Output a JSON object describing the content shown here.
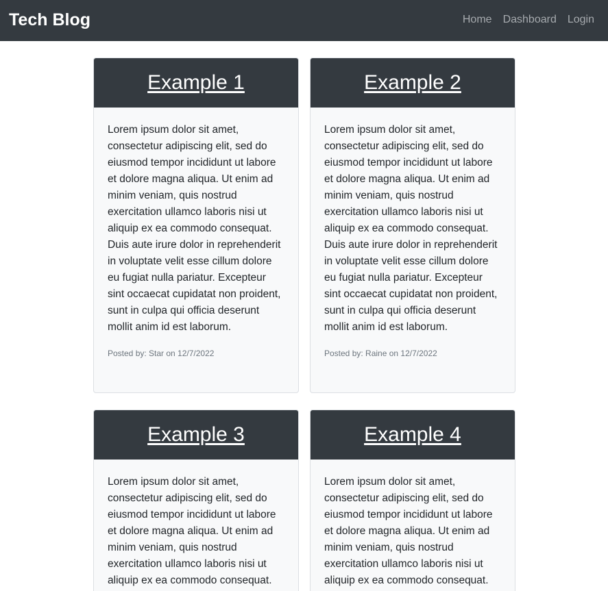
{
  "navbar": {
    "brand": "Tech Blog",
    "links": [
      {
        "label": "Home"
      },
      {
        "label": "Dashboard"
      },
      {
        "label": "Login"
      }
    ]
  },
  "posts": [
    {
      "title": "Example 1",
      "body": "Lorem ipsum dolor sit amet, consectetur adipiscing elit, sed do eiusmod tempor incididunt ut labore et dolore magna aliqua. Ut enim ad minim veniam, quis nostrud exercitation ullamco laboris nisi ut aliquip ex ea commodo consequat. Duis aute irure dolor in reprehenderit in voluptate velit esse cillum dolore eu fugiat nulla pariatur. Excepteur sint occaecat cupidatat non proident, sunt in culpa qui officia deserunt mollit anim id est laborum.",
      "footer": "Posted by: Star on 12/7/2022"
    },
    {
      "title": "Example 2",
      "body": "Lorem ipsum dolor sit amet, consectetur adipiscing elit, sed do eiusmod tempor incididunt ut labore et dolore magna aliqua. Ut enim ad minim veniam, quis nostrud exercitation ullamco laboris nisi ut aliquip ex ea commodo consequat. Duis aute irure dolor in reprehenderit in voluptate velit esse cillum dolore eu fugiat nulla pariatur. Excepteur sint occaecat cupidatat non proident, sunt in culpa qui officia deserunt mollit anim id est laborum.",
      "footer": "Posted by: Raine on 12/7/2022"
    },
    {
      "title": "Example 3",
      "body": "Lorem ipsum dolor sit amet, consectetur adipiscing elit, sed do eiusmod tempor incididunt ut labore et dolore magna aliqua. Ut enim ad minim veniam, quis nostrud exercitation ullamco laboris nisi ut aliquip ex ea commodo consequat."
    },
    {
      "title": "Example 4",
      "body": "Lorem ipsum dolor sit amet, consectetur adipiscing elit, sed do eiusmod tempor incididunt ut labore et dolore magna aliqua. Ut enim ad minim veniam, quis nostrud exercitation ullamco laboris nisi ut aliquip ex ea commodo consequat."
    }
  ],
  "colors": {
    "navbar_bg": "#343a40",
    "card_bg": "#f8f9fa",
    "nav_link": "#a6aaae",
    "footer_text": "#6c757d"
  }
}
